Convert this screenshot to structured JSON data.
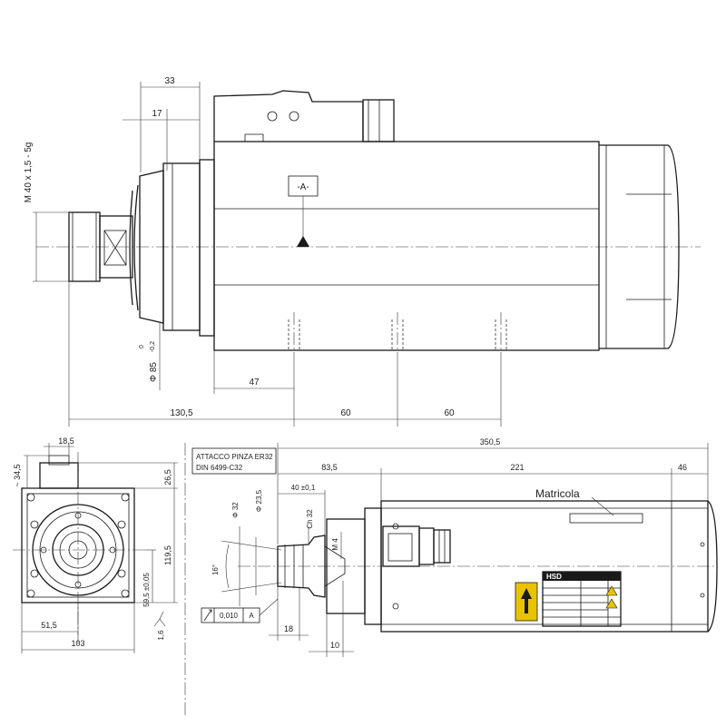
{
  "top_view": {
    "dims": {
      "d33": "33",
      "d17": "17",
      "thread": "M 40 x 1,5 - 5g",
      "dia85": "Φ 85",
      "tol_upper": "0",
      "tol_lower": "-0,2",
      "d47": "47",
      "d130_5": "130,5",
      "d60a": "60",
      "d60b": "60"
    },
    "datum": "-A-"
  },
  "front_view": {
    "dims": {
      "d18_5": "18,5",
      "d34_5": "~ 34,5",
      "d26_5": "26,5",
      "d119_5": "119,5",
      "d59_5": "59,5 ±0,05",
      "d51_5": "51,5",
      "d103": "103",
      "rough": "1,6"
    }
  },
  "side_view": {
    "collet_note_line1": "ATTACCO PINZA ER32",
    "collet_note_line2": "DIN 6499-C32",
    "serial_label": "Matricola",
    "dims": {
      "d350_5": "350,5",
      "d83_5": "83,5",
      "d221": "221",
      "d46": "46",
      "d40": "40 ±0,1",
      "dia32": "Φ 32",
      "dia23_5": "Φ 23,5",
      "ch32": "Ch 32",
      "m4": "M 4",
      "ang16": "16°",
      "d18": "18",
      "d10": "10"
    },
    "tolerance_frame": {
      "value": "0,010",
      "datum": "A"
    },
    "nameplate": {
      "brand": "HSD"
    }
  }
}
